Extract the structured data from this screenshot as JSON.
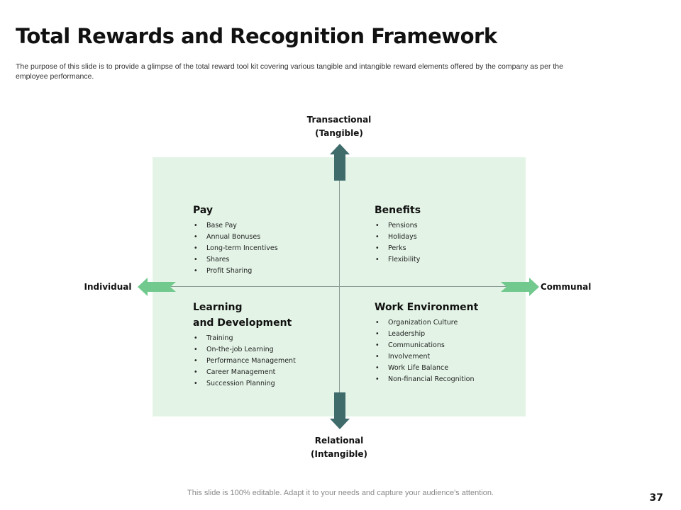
{
  "slide": {
    "title": "Total Rewards and Recognition Framework",
    "subtitle": "The purpose of this slide is to provide a glimpse of the total reward tool kit covering various tangible and intangible reward elements offered by the company as per the employee performance.",
    "footer": "This slide is 100% editable. Adapt it to your needs and capture your audience's attention.",
    "page_number": "37"
  },
  "axes": {
    "top_line1": "Transactional",
    "top_line2": "(Tangible)",
    "bottom_line1": "Relational",
    "bottom_line2": "(Intangible)",
    "left": "Individual",
    "right": "Communal"
  },
  "quadrants": {
    "pay": {
      "title": "Pay",
      "items": [
        "Base Pay",
        "Annual Bonuses",
        "Long-term Incentives",
        "Shares",
        "Profit Sharing"
      ]
    },
    "benefits": {
      "title": "Benefits",
      "items": [
        "Pensions",
        "Holidays",
        "Perks",
        "Flexibility"
      ]
    },
    "learning": {
      "title_line1": "Learning",
      "title_line2": "and Development",
      "items": [
        "Training",
        "On-the-job Learning",
        "Performance Management",
        "Career Management",
        "Succession Planning"
      ]
    },
    "work": {
      "title": "Work Environment",
      "items": [
        "Organization Culture",
        "Leadership",
        "Communications",
        "Involvement",
        "Work Life Balance",
        "Non-financial Recognition"
      ]
    }
  },
  "colors": {
    "panel": "#e3f4e6",
    "vertical_arrow": "#3f6b6b",
    "horizontal_arrow": "#72c98e"
  }
}
